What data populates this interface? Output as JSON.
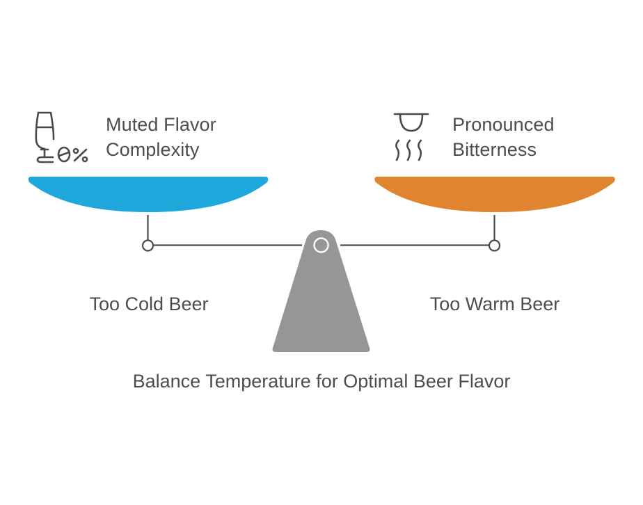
{
  "diagram": {
    "type": "balance-scale",
    "caption": "Balance Temperature for Optimal Beer Flavor",
    "colors": {
      "left_pan": "#1FA8DB",
      "right_pan": "#E08430",
      "fulcrum": "#969696",
      "line": "#4a4a4a",
      "text": "#4d4d4d"
    },
    "left": {
      "label": "Too Cold Beer",
      "effect_line1": "Muted Flavor",
      "effect_line2": "Complexity",
      "icon": "wine-glass-zero-percent-icon",
      "icon_text": "0%"
    },
    "right": {
      "label": "Too Warm Beer",
      "effect_line1": "Pronounced",
      "effect_line2": "Bitterness",
      "icon": "hot-bowl-steam-icon"
    }
  }
}
